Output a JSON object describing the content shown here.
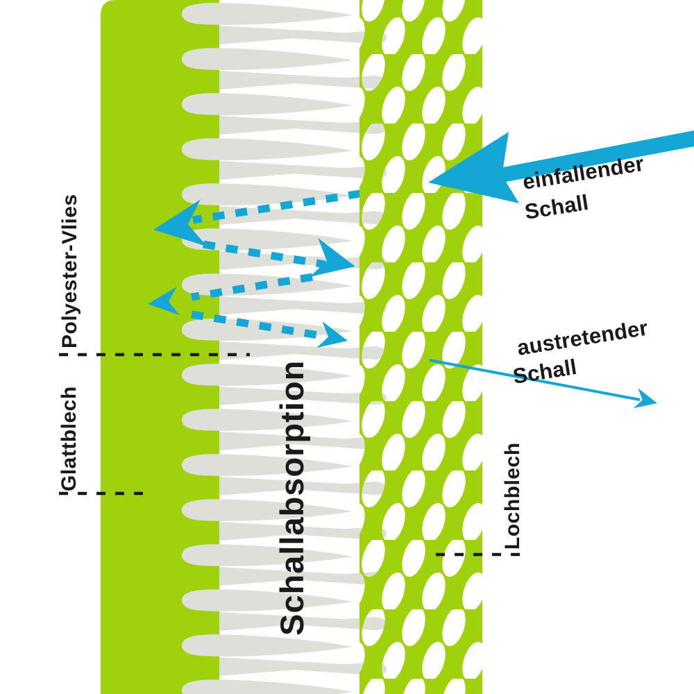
{
  "diagram": {
    "labels": {
      "polyester": "Polyester-Vlies",
      "glattblech": "Glattblech",
      "lochblech": "Lochblech",
      "absorption": "Schallabsorption"
    },
    "arrows": {
      "incident": {
        "line1": "einfallender",
        "line2": "Schall"
      },
      "exiting": {
        "line1": "austretender",
        "line2": "Schall"
      }
    },
    "colors": {
      "green": "#9fd10d",
      "fleece_gray": "#dedfd8",
      "blue": "#14a6d5",
      "text_black": "#1a1a1a"
    }
  }
}
